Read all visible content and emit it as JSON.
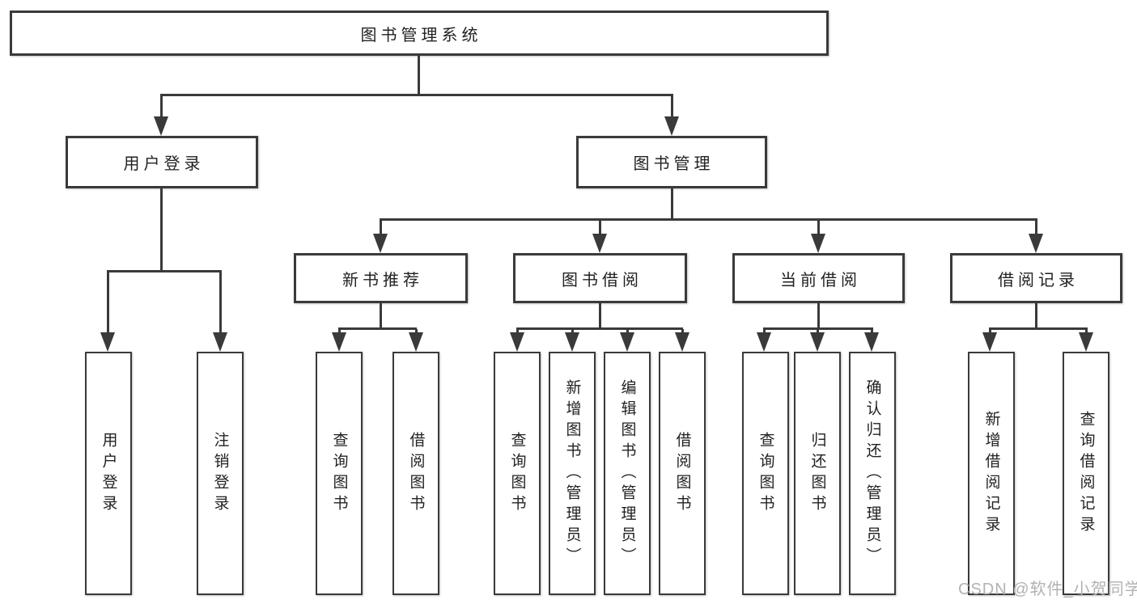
{
  "diagram_title": "图书管理系统",
  "tree": {
    "label": "图书管理系统",
    "children": [
      {
        "label": "用户登录",
        "children": [
          {
            "label": "用户登录"
          },
          {
            "label": "注销登录"
          }
        ]
      },
      {
        "label": "图书管理",
        "children": [
          {
            "label": "新书推荐",
            "children": [
              {
                "label": "查询图书"
              },
              {
                "label": "借阅图书"
              }
            ]
          },
          {
            "label": "图书借阅",
            "children": [
              {
                "label": "查询图书"
              },
              {
                "label": "新增图书（管理员）"
              },
              {
                "label": "编辑图书（管理员）"
              },
              {
                "label": "借阅图书"
              }
            ]
          },
          {
            "label": "当前借阅",
            "children": [
              {
                "label": "查询图书"
              },
              {
                "label": "归还图书"
              },
              {
                "label": "确认归还（管理员）"
              }
            ]
          },
          {
            "label": "借阅记录",
            "children": [
              {
                "label": "新增借阅记录"
              },
              {
                "label": "查询借阅记录"
              }
            ]
          }
        ]
      }
    ]
  },
  "watermark": {
    "text": "CSDN @软件_小贺同学"
  },
  "colors": {
    "line": "#3a3a3a",
    "text": "#222222",
    "watermark": "#b2b2b2",
    "bg": "#ffffff",
    "fill": "#ffffff"
  }
}
